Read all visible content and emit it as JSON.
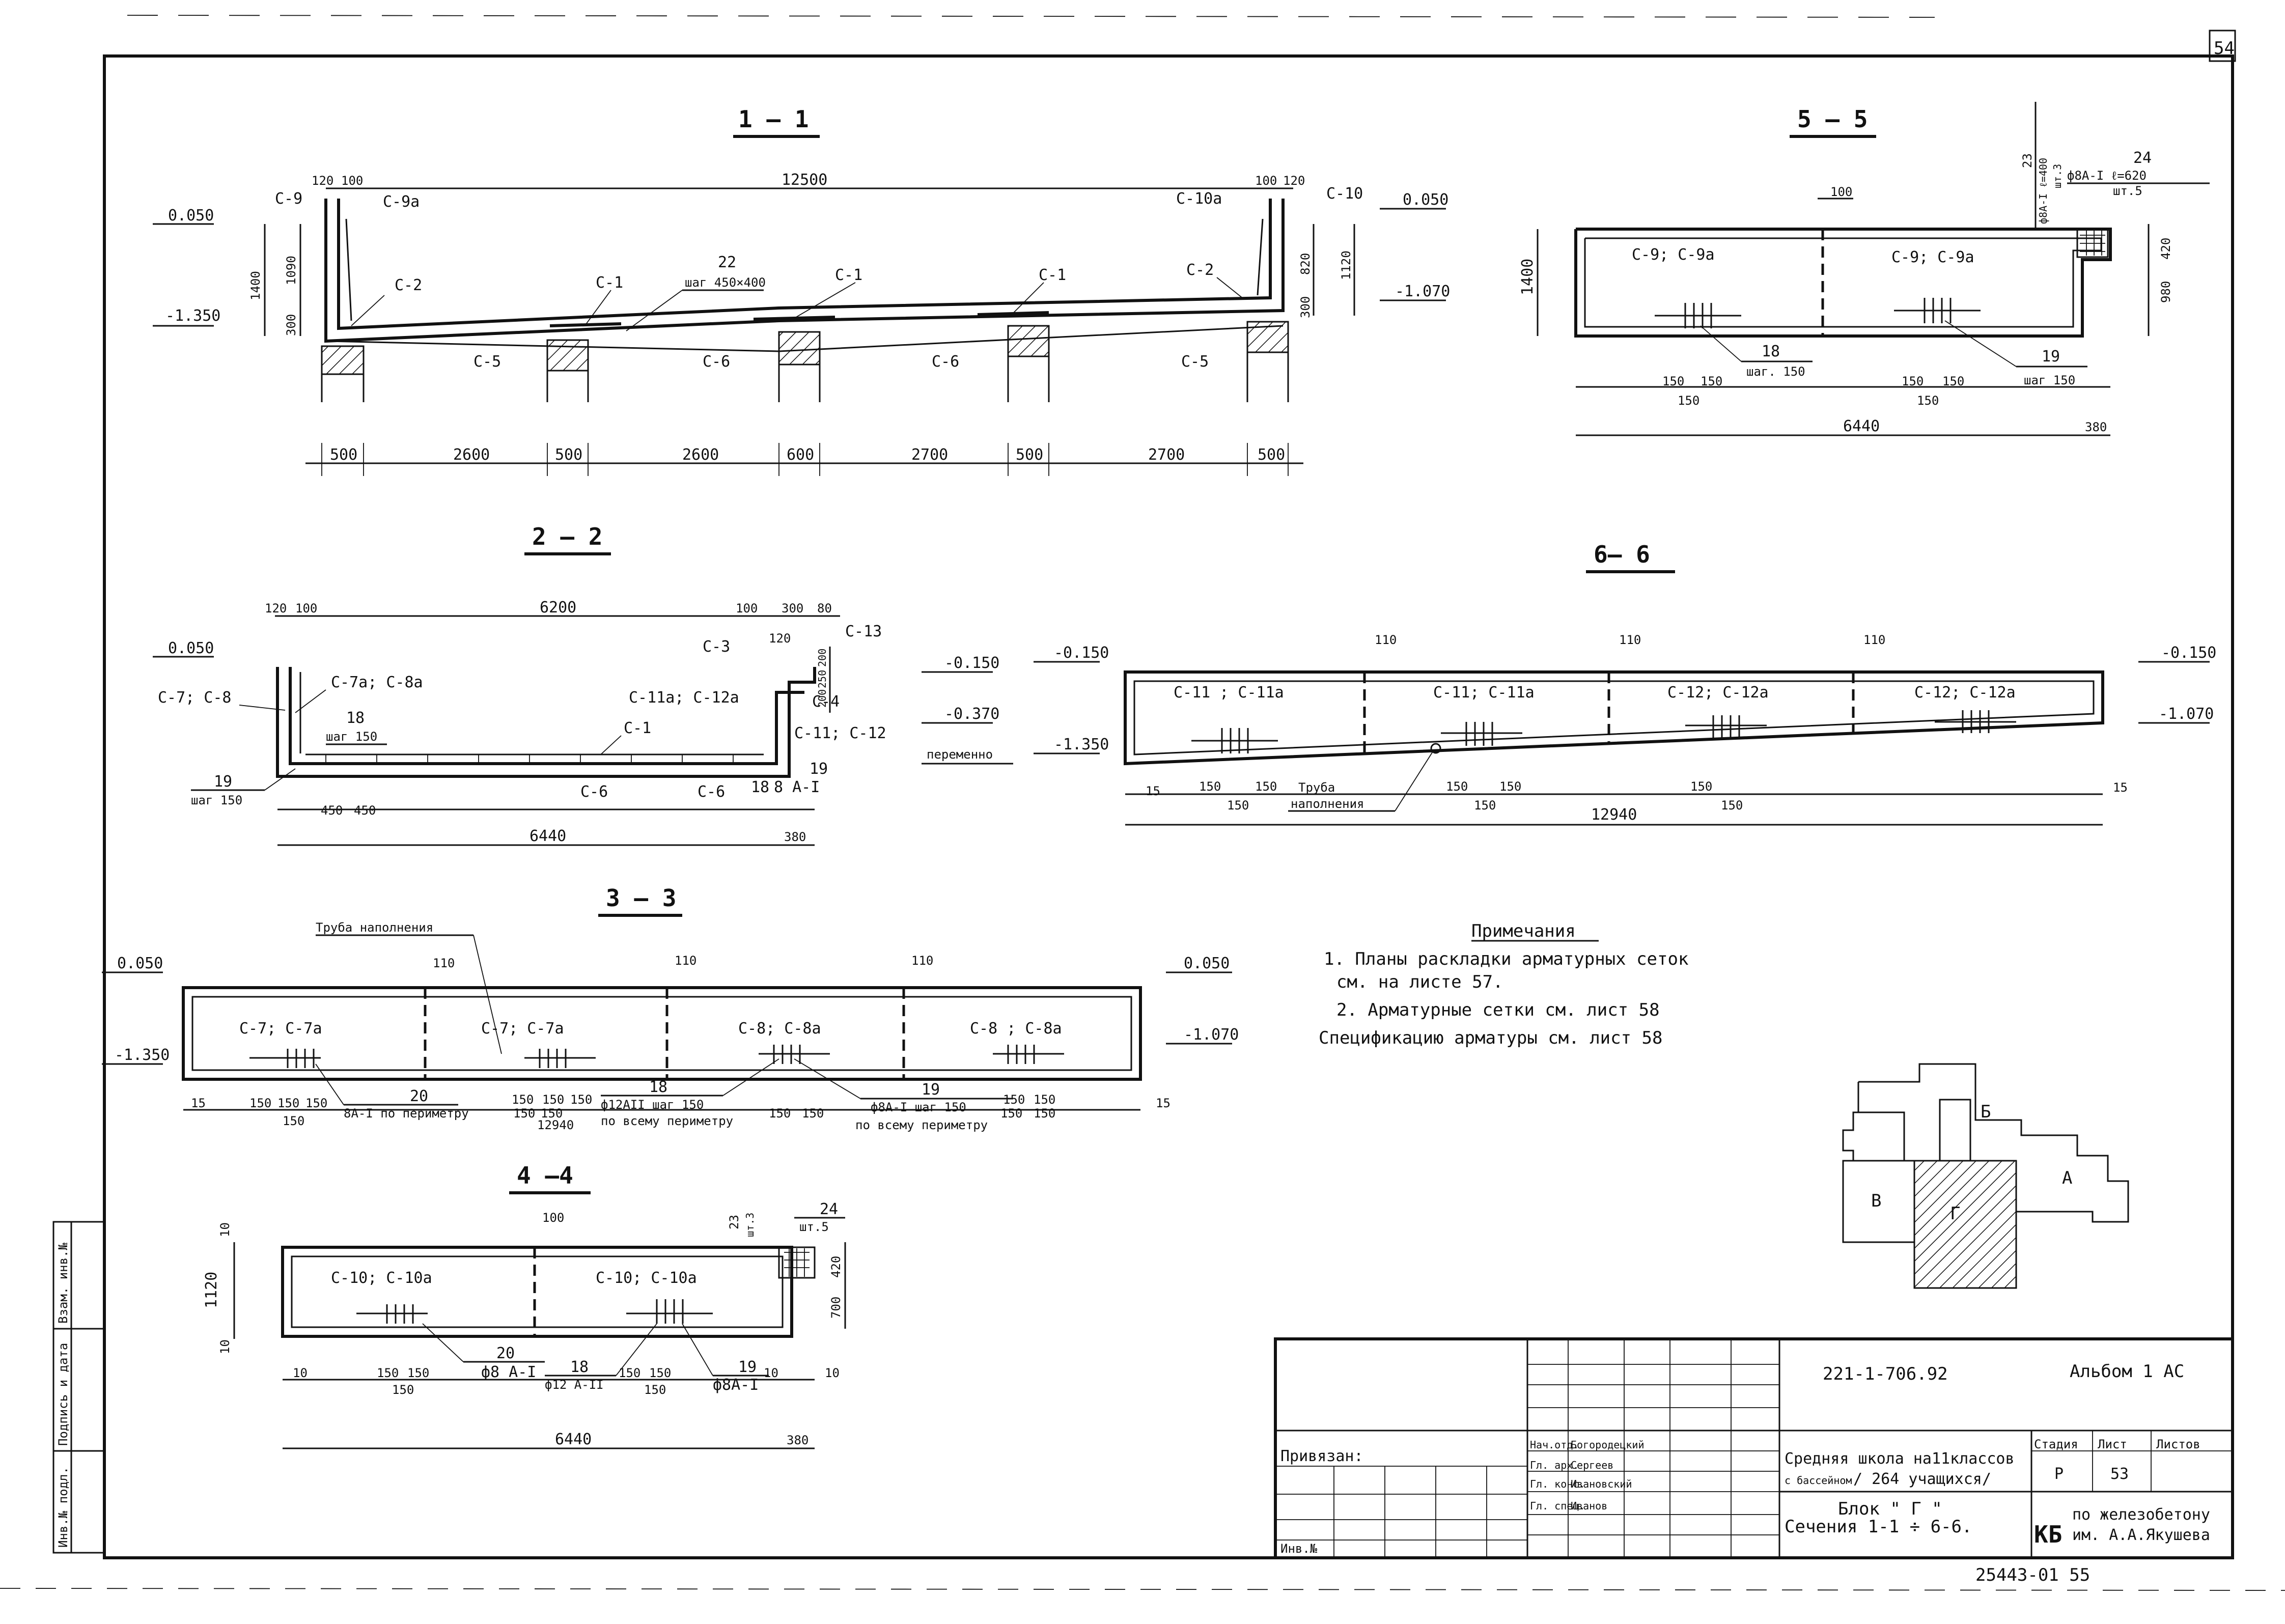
{
  "sheet_number": "54",
  "sections": {
    "s11": {
      "title": "1 — 1",
      "dims_top": [
        "120",
        "100",
        "12500",
        "100",
        "120"
      ],
      "levels": [
        "0.050",
        "-1.350",
        "0.050",
        "-1.070"
      ],
      "dims_vertical": [
        "1400",
        "1090",
        "300",
        "820",
        "1120",
        "300"
      ],
      "marks": [
        "С-9",
        "С-9а",
        "С-10а",
        "С-10",
        "С-2",
        "С-1",
        "С-1",
        "С-1",
        "С-2",
        "С-5",
        "С-6",
        "С-6",
        "С-5"
      ],
      "callout_num": "22",
      "callout_step": "шаг 450×400",
      "dims_bottom": [
        "500",
        "2600",
        "500",
        "2600",
        "600",
        "2700",
        "500",
        "2700",
        "500"
      ]
    },
    "s22": {
      "title": "2 — 2",
      "dims_top": [
        "120",
        "100",
        "6200",
        "100",
        "300",
        "80",
        "120"
      ],
      "levels": [
        "0.050",
        "-0.150",
        "-0.370",
        "переменно"
      ],
      "dims_vertical": [
        "200",
        "250",
        "200"
      ],
      "marks": [
        "С-7; С-8",
        "С-7а; С-8а",
        "С-3",
        "С-13",
        "С-4",
        "С-11а; С-12а",
        "С-11; С-12",
        "С-1",
        "С-6",
        "С-6"
      ],
      "callout_a": "18",
      "callout_a_step": "шаг 150",
      "callout_b": "19",
      "callout_b_step": "шаг 150",
      "callout_c": "19",
      "callout_c2": "18",
      "callout_c_bar": "8 А-I",
      "dims_bottom": [
        "450",
        "450",
        "6440",
        "380"
      ]
    },
    "s33": {
      "title": "3 — 3",
      "pipe_label": "Труба наполнения",
      "levels": [
        "0.050",
        "-1.350",
        "0.050",
        "-1.070"
      ],
      "dims_top": [
        "110",
        "110",
        "110"
      ],
      "marks": [
        "С-7;  С-7а",
        "С-7;  С-7а",
        "С-8;  С-8а",
        "С-8 ;  С-8а"
      ],
      "call_20": "20",
      "call_20_txt": "8А-I по периметру",
      "call_18": "18",
      "call_18_txt": "ф12АII шаг 150",
      "call_18_txt2": "по всему периметру",
      "call_19": "19",
      "call_19_txt": "ф8А-I шаг 150",
      "call_19_txt2": "по всему периметру",
      "dims_bottom": [
        "15",
        "150",
        "150",
        "150",
        "150",
        "150",
        "150",
        "150",
        "150",
        "150",
        "12940",
        "150",
        "150",
        "150",
        "150",
        "150",
        "150",
        "15"
      ]
    },
    "s44": {
      "title": "4 —4",
      "marks": [
        "С-10;  С-10а",
        "С-10;  С-10а"
      ],
      "dims_vertical": [
        "10",
        "1120",
        "10",
        "420",
        "700"
      ],
      "dims_top": [
        "100",
        "23",
        "шт.3",
        "24",
        "шт.5"
      ],
      "call_20": "20",
      "call_20_txt": "ф8 А-I",
      "call_18": "18",
      "call_18_txt": "ф12 А-II",
      "call_19": "19",
      "call_19_txt": "ф8А-I",
      "dims_bottom": [
        "10",
        "150",
        "150",
        "150",
        "150",
        "150",
        "150",
        "10",
        "10",
        "6440",
        "380"
      ]
    },
    "s55": {
      "title": "5 — 5",
      "marks": [
        "С-9;  С-9а",
        "С-9;  С-9а"
      ],
      "dims_top": [
        "100",
        "23",
        "ф8А-I ℓ=400",
        "шт.3",
        "24",
        "ф8А-I  ℓ=620",
        "шт.5"
      ],
      "dims_vertical": [
        "1400",
        "420",
        "980"
      ],
      "call_18": "18",
      "call_18_txt": "шаг. 150",
      "call_19": "19",
      "call_19_txt": "шаг 150",
      "dims_bottom": [
        "150",
        "150",
        "150",
        "150",
        "150",
        "150",
        "6440",
        "380"
      ]
    },
    "s66": {
      "title": "6— 6",
      "levels": [
        "-0.150",
        "-1.350",
        "-0.150",
        "-1.070"
      ],
      "dims_top": [
        "110",
        "110",
        "110"
      ],
      "marks": [
        "С-11 ;   С-11а",
        "С-11;   С-11а",
        "С-12;   С-12а",
        "С-12;   С-12а"
      ],
      "pipe": "Труба",
      "pipe2": "наполнения",
      "dims_bottom": [
        "15",
        "150",
        "150",
        "150",
        "150",
        "150",
        "150",
        "12940",
        "150",
        "150",
        "15"
      ]
    }
  },
  "notes": {
    "title": "Примечания",
    "lines": [
      "1. Планы раскладки   арматурных   сеток",
      "см. на   листе 57.",
      "2. Арматурные   сетки  см.  лист 58",
      "Спецификацию  арматуры  см. лист 58"
    ]
  },
  "key_plan": {
    "labels": [
      "Б",
      "В",
      "Г",
      "А"
    ]
  },
  "side_stamp": [
    "Инв.№ подл.",
    "Подпись и дата",
    "Взам. инв.№"
  ],
  "title_block": {
    "code": "221-1-706.92",
    "album": "Альбом 1  АС",
    "bound": "Привязан:",
    "inv": "Инв.№",
    "roles": [
      "Нач.отд.",
      "Гл. арх.",
      "Гл. конс.",
      "Гл. спец."
    ],
    "names": [
      "Богородецкий",
      "Сергеев",
      "Ивановский",
      "Иванов"
    ],
    "project_1": "Средняя школа на11классов",
    "project_2a": "с бассейном",
    "project_2b": "/ 264 учащихся/",
    "headers": [
      "Стадия",
      "Лист",
      "Листов"
    ],
    "values": [
      "Р",
      "53",
      ""
    ],
    "block_1": "Блок \" Г \"",
    "block_2": "Сечения 1-1 ÷  6-6.",
    "org_mark": "КБ",
    "org_1": "по железобетону",
    "org_2": "им. А.А.Якушева",
    "archive": "25443-01    55"
  }
}
